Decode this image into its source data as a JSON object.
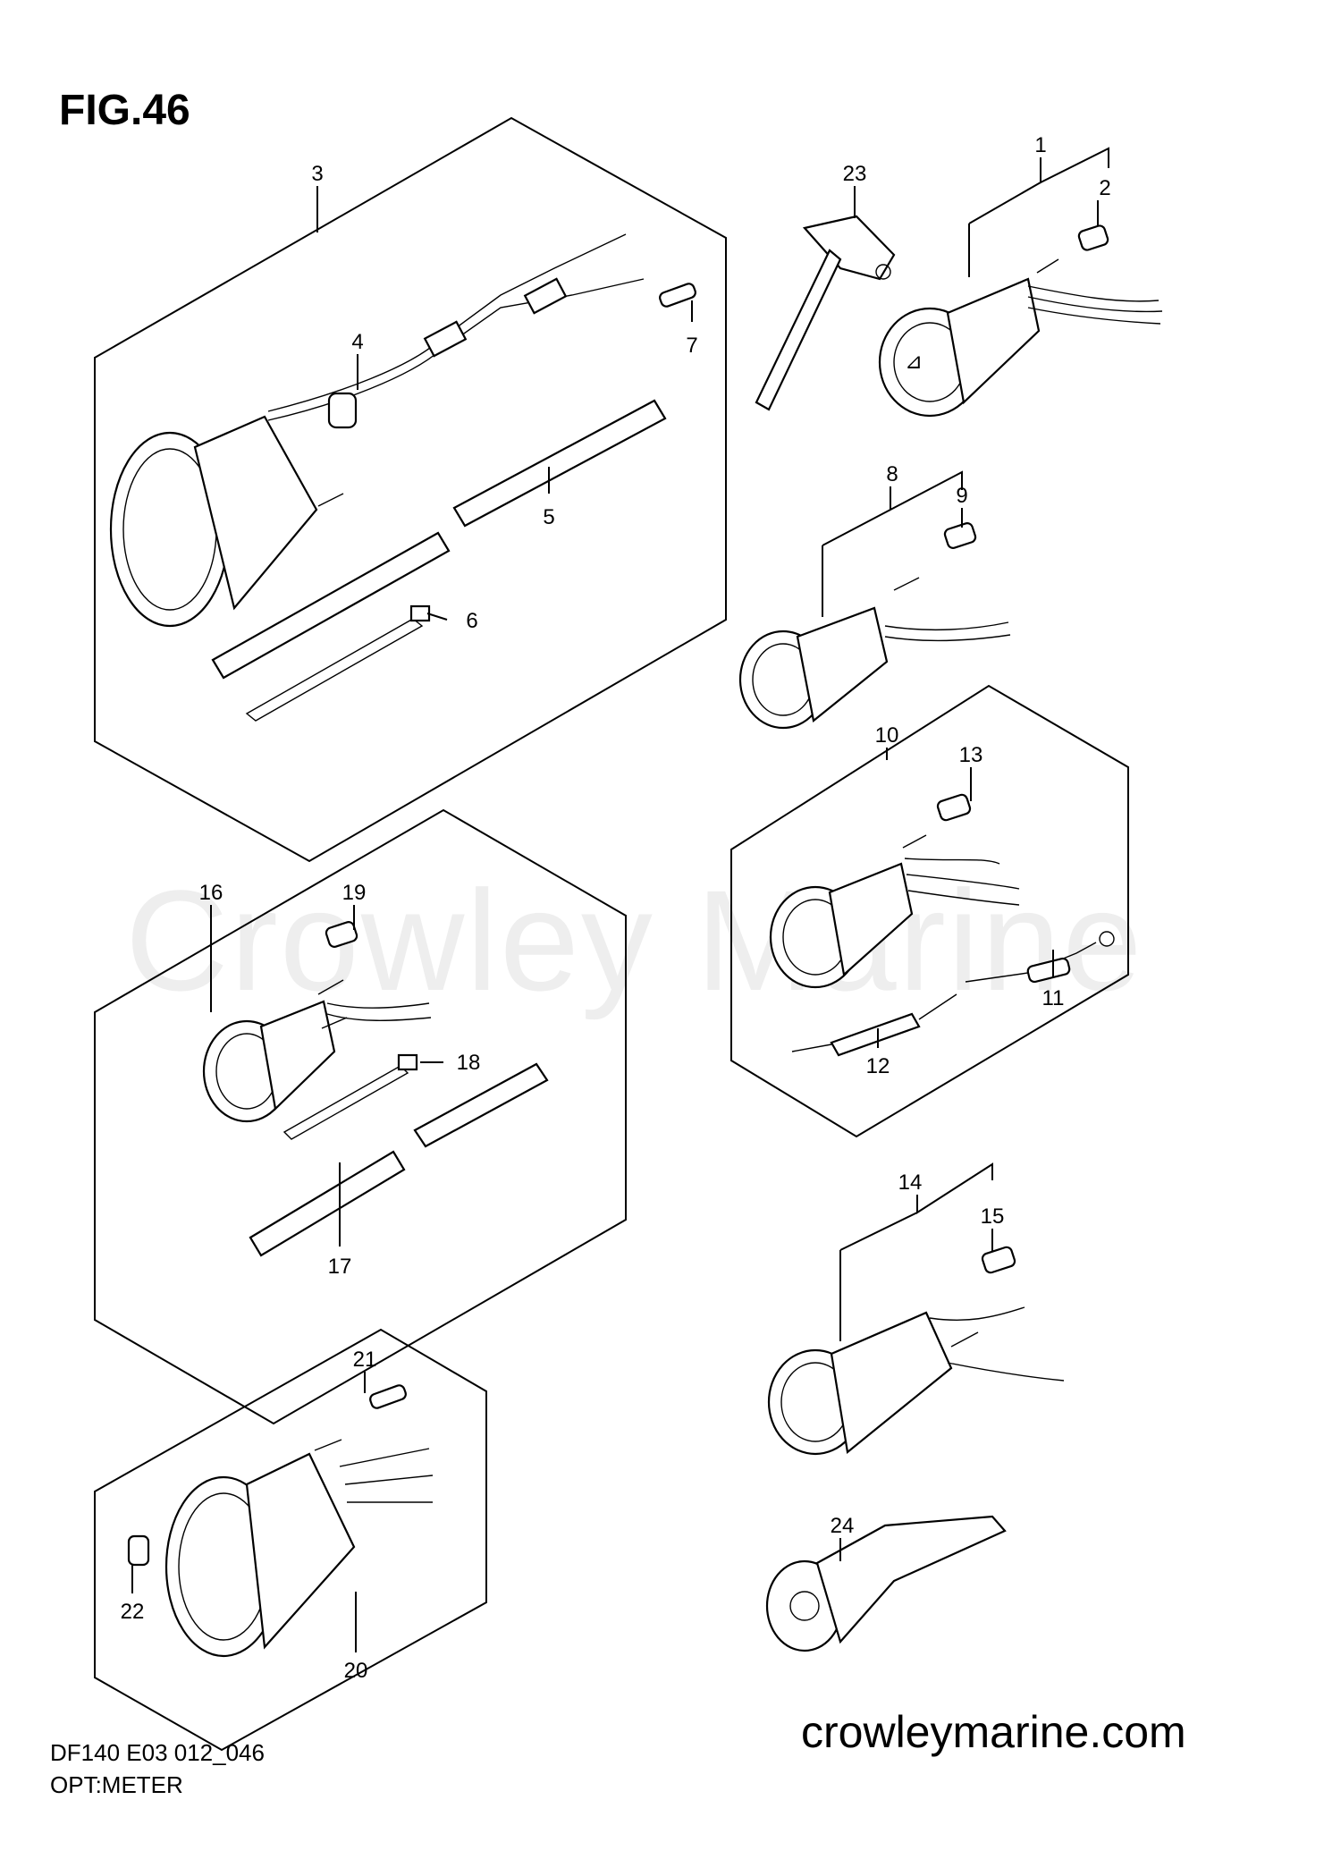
{
  "header": {
    "figure_label": "FIG.46"
  },
  "watermark": "Crowley Marine",
  "footer": {
    "model_code": "DF140  E03 012_046",
    "section_name": "OPT:METER",
    "website": "crowleymarine.com"
  },
  "callouts": [
    "1",
    "2",
    "3",
    "4",
    "5",
    "6",
    "7",
    "8",
    "9",
    "10",
    "11",
    "12",
    "13",
    "14",
    "15",
    "16",
    "17",
    "18",
    "19",
    "20",
    "21",
    "22",
    "23",
    "24"
  ]
}
